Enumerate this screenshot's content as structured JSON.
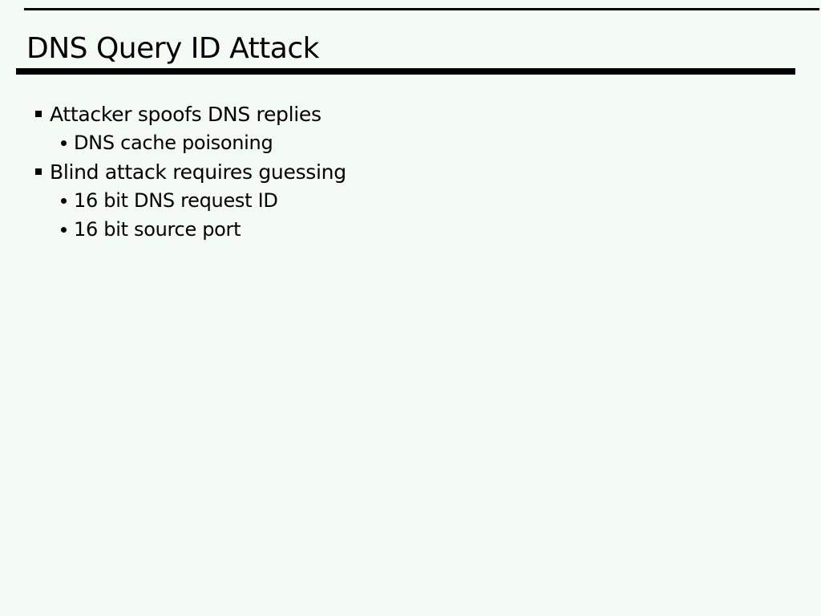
{
  "slide": {
    "title": "DNS Query ID Attack",
    "bullets": [
      {
        "level": 1,
        "text": "Attacker spoofs DNS replies"
      },
      {
        "level": 2,
        "text": "DNS cache poisoning"
      },
      {
        "level": 1,
        "text": "Blind attack requires guessing"
      },
      {
        "level": 2,
        "text": "16 bit DNS request ID"
      },
      {
        "level": 2,
        "text": "16 bit source port"
      }
    ],
    "colors": {
      "background": "#f4faf4",
      "text": "#000000",
      "rule": "#000000"
    }
  }
}
